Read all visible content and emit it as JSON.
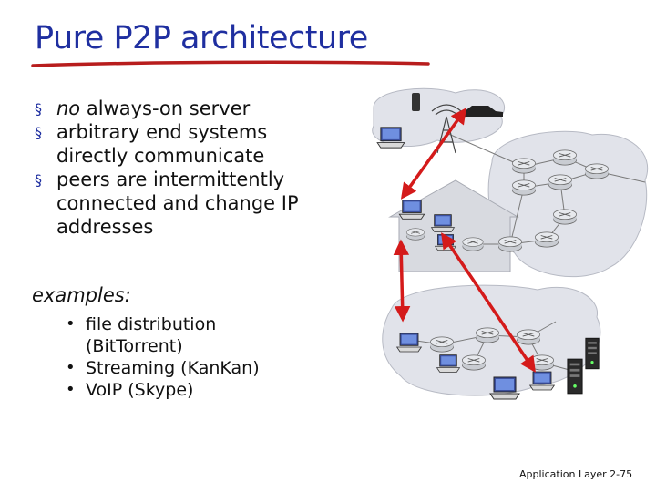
{
  "slide": {
    "title": "Pure P2P architecture",
    "bullets": [
      {
        "em": "no",
        "text": " always-on server"
      },
      {
        "em": "",
        "text": "arbitrary end systems directly communicate"
      },
      {
        "em": "",
        "text": "peers are intermittently connected and change IP addresses"
      }
    ],
    "examples_label": "examples:",
    "examples": [
      "file distribution (BitTorrent)",
      "Streaming (KanKan)",
      "VoIP (Skype)"
    ],
    "footer": "Application Layer 2-75"
  },
  "colors": {
    "title": "#1f2fa0",
    "underline": "#b81d1d",
    "arrows": "#d41a1a"
  },
  "icons": [
    "laptop-icon",
    "phone-icon",
    "car-icon",
    "tower-icon",
    "router-icon",
    "server-icon",
    "house-icon"
  ]
}
